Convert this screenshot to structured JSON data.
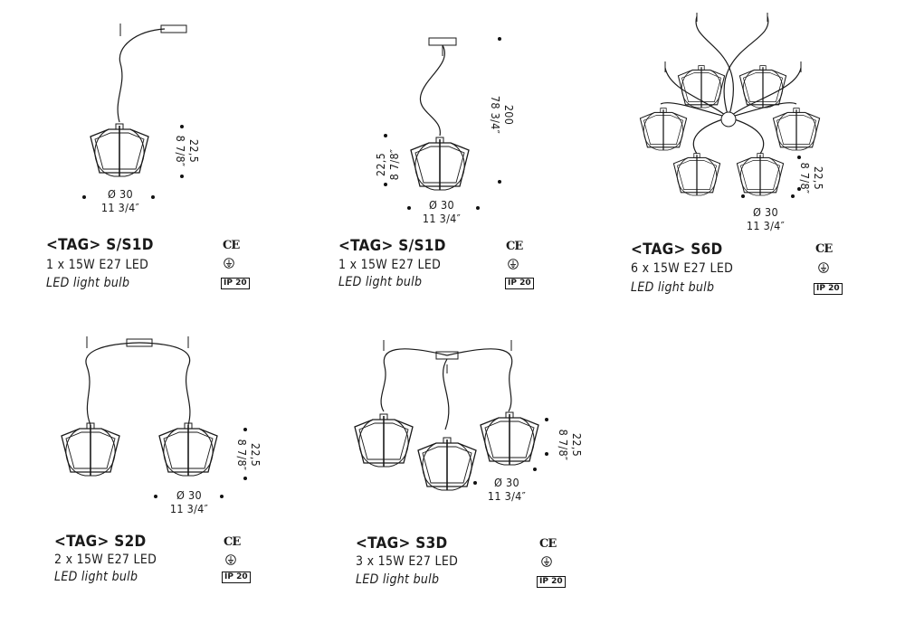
{
  "products": [
    {
      "id": "s-s1d-left",
      "title": "<TAG> S/S1D",
      "spec": "1 x 15W E27 LED",
      "bulb": "LED light bulb",
      "diameter_cm": "Ø 30",
      "diameter_in": "11 3/4″",
      "height_cm": "22,5",
      "height_in": "8 7/8″",
      "ce": "CE",
      "ip": "IP 20"
    },
    {
      "id": "s-s1d-right",
      "title": "<TAG> S/S1D",
      "spec": "1 x 15W E27 LED",
      "bulb": "LED light bulb",
      "diameter_cm": "Ø 30",
      "diameter_in": "11 3/4″",
      "height_cm": "22,5",
      "height_in": "8 7/8″",
      "cable_cm": "200",
      "cable_in": "78 3/4″",
      "ce": "CE",
      "ip": "IP 20"
    },
    {
      "id": "s6d",
      "title": "<TAG> S6D",
      "spec": "6 x 15W E27 LED",
      "bulb": "LED light bulb",
      "diameter_cm": "Ø 30",
      "diameter_in": "11 3/4″",
      "height_cm": "22,5",
      "height_in": "8 7/8″",
      "ce": "CE",
      "ip": "IP 20"
    },
    {
      "id": "s2d",
      "title": "<TAG> S2D",
      "spec": "2 x 15W E27 LED",
      "bulb": "LED light bulb",
      "diameter_cm": "Ø 30",
      "diameter_in": "11 3/4″",
      "height_cm": "22,5",
      "height_in": "8 7/8″",
      "ce": "CE",
      "ip": "IP 20"
    },
    {
      "id": "s3d",
      "title": "<TAG> S3D",
      "spec": "3 x 15W E27 LED",
      "bulb": "LED light bulb",
      "diameter_cm": "Ø 30",
      "diameter_in": "11 3/4″",
      "height_cm": "22,5",
      "height_in": "8 7/8″",
      "ce": "CE",
      "ip": "IP 20"
    }
  ],
  "icons": {
    "ce_mark": "ce-mark-icon",
    "ground": "ground-symbol-icon",
    "ip_rating": "ip-rating-badge"
  },
  "colors": {
    "line": "#1a1a1a",
    "background": "#ffffff"
  }
}
